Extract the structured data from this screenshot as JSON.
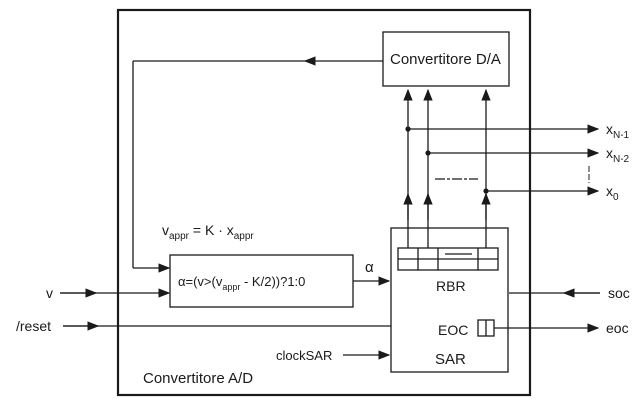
{
  "blocks": {
    "dac_label": "Convertitore D/A",
    "outer_label": "Convertitore A/D",
    "sar_label": "SAR",
    "rbr_label": "RBR",
    "eoc_label": "EOC"
  },
  "comparator": {
    "expr_prefix": "α=(v>(v",
    "expr_sub": "appr",
    "expr_suffix": " - K/2))?1:0",
    "output_label": "α"
  },
  "formula": {
    "lhs": "v",
    "lhs_sub": "appr",
    "mid": " = K · x",
    "rhs_sub": "appr"
  },
  "inputs": {
    "v": "v",
    "reset": "/reset",
    "clock": "clockSAR",
    "soc": "soc"
  },
  "outputs": {
    "eoc": "eoc",
    "x_nm1": "x",
    "x_nm1_sub": "N-1",
    "x_nm2": "x",
    "x_nm2_sub": "N-2",
    "x0": "x",
    "x0_sub": "0"
  }
}
